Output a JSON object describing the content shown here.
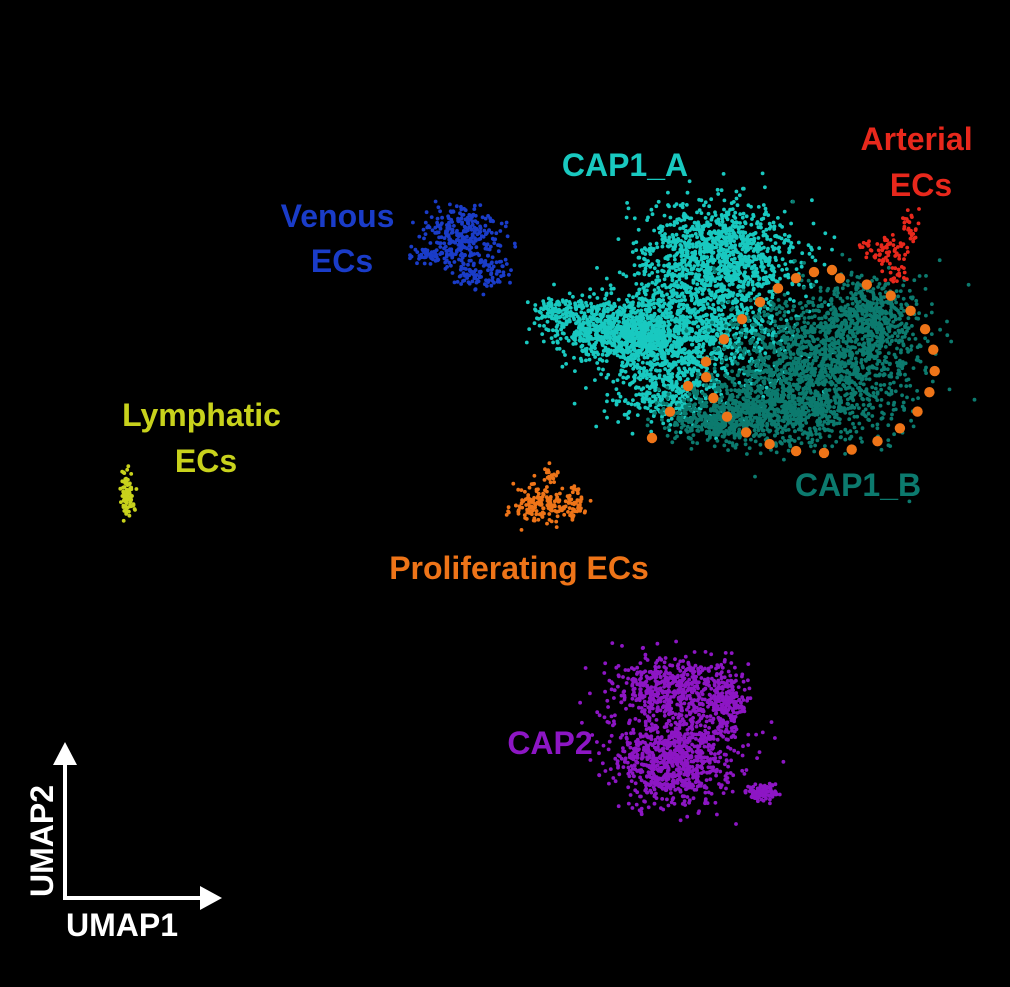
{
  "chart_data": {
    "type": "scatter",
    "title": "",
    "xlabel": "UMAP1",
    "ylabel": "UMAP2",
    "grid": false,
    "legend": "none",
    "clusters": [
      {
        "name": "CAP1_A",
        "lines": [
          "CAP1_A"
        ],
        "color": "#19c9c0",
        "approx_cells": 3400
      },
      {
        "name": "CAP1_B",
        "lines": [
          "CAP1_B"
        ],
        "color": "#0c7a6e",
        "approx_cells": 2800
      },
      {
        "name": "Arterial ECs",
        "lines": [
          "Arterial",
          "ECs"
        ],
        "color": "#e8281c",
        "approx_cells": 110
      },
      {
        "name": "Venous ECs",
        "lines": [
          "Venous",
          "ECs"
        ],
        "color": "#1a3cc8",
        "approx_cells": 420
      },
      {
        "name": "Lymphatic ECs",
        "lines": [
          "Lymphatic",
          "ECs"
        ],
        "color": "#c8d21c",
        "approx_cells": 90
      },
      {
        "name": "Proliferating ECs",
        "lines": [
          "Proliferating ECs"
        ],
        "color": "#ee7418",
        "approx_cells": 220
      },
      {
        "name": "CAP2",
        "lines": [
          "CAP2"
        ],
        "color": "#8d16c4",
        "approx_cells": 1700
      }
    ]
  }
}
